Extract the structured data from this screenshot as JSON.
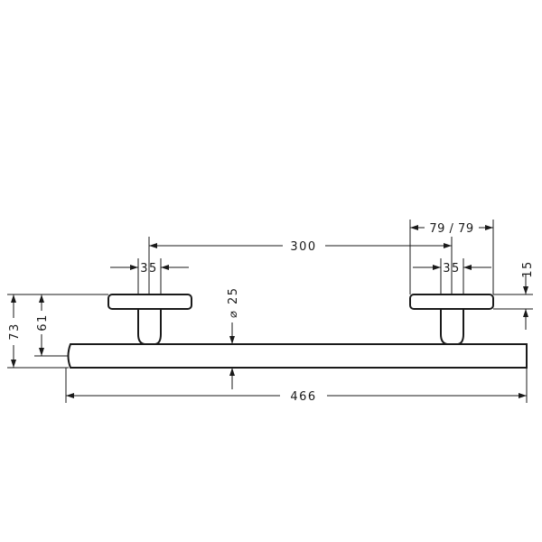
{
  "dimensions": {
    "center_distance": "300",
    "total_length": "466",
    "wall_plate_diameter": "79 / 79",
    "post_diameter_left": "35",
    "post_diameter_right": "35",
    "rail_diameter": "⌀ 25",
    "plate_thickness": "15",
    "projection_total": "73",
    "projection_rail": "61"
  }
}
